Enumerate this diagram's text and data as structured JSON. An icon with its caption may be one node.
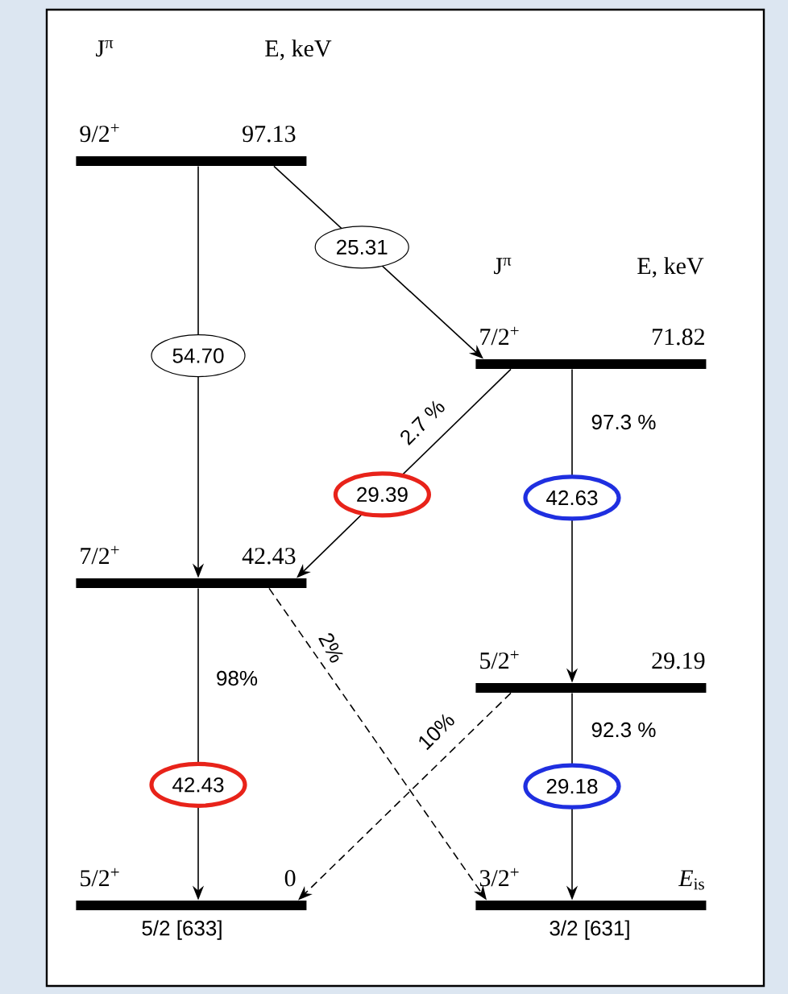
{
  "diagram": {
    "nodes": [
      {
        "text": [
          "9/2$^{+}$",
          "97.13"
        ]
      },
      {
        "text": [
          "7/2$^{+}$",
          "71.82"
        ]
      },
      {
        "text": [
          "7/2$^{+}$",
          "42.43"
        ]
      },
      {
        "text": [
          "5/2$^{+}$",
          "29.19"
        ]
      },
      {
        "text": [
          "5/2$^{+}$",
          "0"
        ],
        "beside": [
          "5/2 [633]"
        ]
      },
      {
        "text": [
          "3/2$^{+}$",
          "*E*$_{is}$"
        ],
        "beside": [
          "3/2 [631]"
        ]
      }
    ],
    "edges": [
      {
        "from": 0,
        "to": 2,
        "arrow": "to",
        "label": "54.70"
      },
      {
        "from": 0,
        "to": 1,
        "arrow": "to",
        "label": "25.31"
      },
      {
        "from": 1,
        "to": 2,
        "arrow": "to",
        "label": "29.39"
      },
      {
        "from": 1,
        "to": 3,
        "arrow": "to",
        "label": "42.63"
      },
      {
        "from": 2,
        "to": 4,
        "arrow": "to",
        "label": "42.43"
      },
      {
        "from": 2,
        "to": 5,
        "arrow": "to",
        "label": "2%",
        "style": "dashed"
      },
      {
        "from": 3,
        "to": 5,
        "arrow": "to",
        "label": "29.18"
      },
      {
        "from": 3,
        "to": 4,
        "arrow": "to",
        "label": "10%",
        "style": "dashed"
      }
    ],
    "labels": [
      "J$^{π}$",
      "E, keV",
      "J$^{π}$",
      "E, keV",
      "2.7 %",
      "97.3 %",
      "98%",
      "92.3 %"
    ]
  }
}
